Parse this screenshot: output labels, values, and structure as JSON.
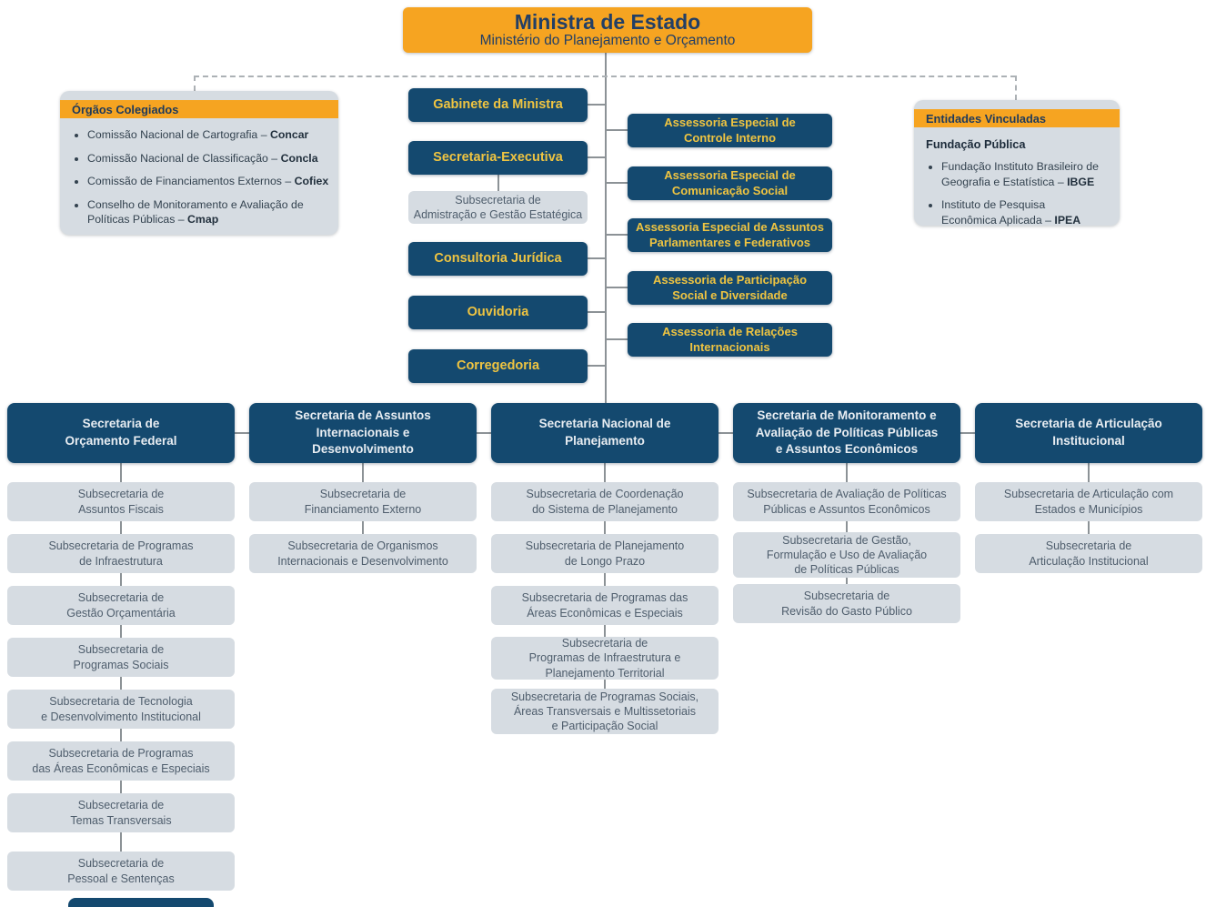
{
  "header": {
    "title": "Ministra de Estado",
    "subtitle": "Ministério do Planejamento e Orçamento"
  },
  "colegiados": {
    "header": "Órgãos Colegiados",
    "items": [
      {
        "name": "Comissão Nacional de Cartografia",
        "acronym": "Concar"
      },
      {
        "name": "Comissão Nacional de Classificação",
        "acronym": "Concla"
      },
      {
        "name": "Comissão de Financiamentos Externos",
        "acronym": "Cofiex"
      },
      {
        "name": "Conselho de Monitoramento e Avaliação de\nPolíticas Públicas",
        "acronym": "Cmap"
      }
    ]
  },
  "vinculadas": {
    "header": "Entidades Vinculadas",
    "subheader": "Fundação Pública",
    "items": [
      {
        "name": "Fundação Instituto Brasileiro de\nGeografia e Estatística",
        "acronym": "IBGE"
      },
      {
        "name": "Instituto de Pesquisa\nEconômica Aplicada",
        "acronym": "IPEA"
      }
    ]
  },
  "center": {
    "gabinete": "Gabinete da Ministra",
    "secretaria_executiva": "Secretaria-Executiva",
    "subsecretaria_admin": "Subsecretaria de\nAdmistração e Gestão Estatégica",
    "consultoria": "Consultoria Jurídica",
    "ouvidoria": "Ouvidoria",
    "corregedoria": "Corregedoria"
  },
  "assessorias": [
    "Assessoria Especial de\nControle Interno",
    "Assessoria Especial de\nComunicação Social",
    "Assessoria Especial de Assuntos\nParlamentares e Federativos",
    "Assessoria de Participação\nSocial e Diversidade",
    "Assessoria de Relações\nInternacionais"
  ],
  "secretarias": [
    {
      "label": "Secretaria de\nOrçamento Federal",
      "subs": [
        "Subsecretaria de\nAssuntos Fiscais",
        "Subsecretaria de Programas\nde Infraestrutura",
        "Subsecretaria de\nGestão Orçamentária",
        "Subsecretaria de\nProgramas Sociais",
        "Subsecretaria de Tecnologia\ne Desenvolvimento Institucional",
        "Subsecretaria de Programas\ndas Áreas Econômicas e Especiais",
        "Subsecretaria de\nTemas Transversais",
        "Subsecretaria de\nPessoal e Sentenças"
      ]
    },
    {
      "label": "Secretaria de Assuntos\nInternacionais e\nDesenvolvimento",
      "subs": [
        "Subsecretaria de\nFinanciamento Externo",
        "Subsecretaria de Organismos\nInternacionais e Desenvolvimento"
      ]
    },
    {
      "label": "Secretaria Nacional de\nPlanejamento",
      "subs": [
        "Subsecretaria de Coordenação\ndo Sistema de Planejamento",
        "Subsecretaria de Planejamento\nde Longo Prazo",
        "Subsecretaria de Programas das\nÁreas Econômicas e Especiais",
        "Subsecretaria de\nProgramas de Infraestrutura e\nPlanejamento Territorial",
        "Subsecretaria de Programas Sociais,\nÁreas Transversais e Multissetoriais\ne Participação Social"
      ]
    },
    {
      "label": "Secretaria de Monitoramento e\nAvaliação de Políticas Públicas\ne Assuntos Econômicos",
      "subs": [
        "Subsecretaria de Avaliação de Políticas\nPúblicas e Assuntos Econômicos",
        "Subsecretaria de Gestão,\nFormulação e Uso de Avaliação\nde Políticas Públicas",
        "Subsecretaria de\nRevisão do Gasto Público"
      ]
    },
    {
      "label": "Secretaria de Articulação\nInstitucional",
      "subs": [
        "Subsecretaria de Articulação com\nEstados e Municípios",
        "Subsecretaria de\nArticulação Institucional"
      ]
    }
  ],
  "colors": {
    "orange": "#F6A421",
    "navy": "#14496F",
    "gold_text": "#EFC441",
    "gray_box": "#D6DCE2",
    "gray_text": "#4E5D6C",
    "line": "#8C9296"
  }
}
